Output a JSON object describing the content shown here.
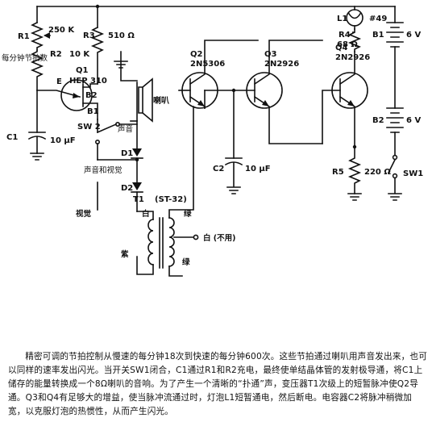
{
  "labels": {
    "r1": "R1",
    "r1_val": "250 K",
    "r1_note": "每分钟节拍数",
    "r2": "R2",
    "r2_val": "10 K",
    "r3": "R3",
    "r3_val": "510 Ω",
    "q1": "Q1",
    "q1_type": "HEP 310",
    "q1_e": "E",
    "q1_b1": "B1",
    "q1_b2": "B2",
    "c1": "C1",
    "c1_val": "10 μF",
    "sw2": "SW 2",
    "sw2_sound": "声音",
    "sw2_both": "声音和视觉",
    "speaker": "喇叭",
    "d1": "D1",
    "d2": "D2",
    "t1": "T1",
    "t1_type": "(ST-32)",
    "visual": "视觉",
    "white": "白",
    "green": "绿",
    "purple": "紫",
    "white_unused": "白 (不用)",
    "green2": "绿",
    "q2": "Q2",
    "q2_type": "2N5306",
    "q3": "Q3",
    "q3_type": "2N2926",
    "q4": "Q4",
    "q4_type": "2N2926",
    "c2": "C2",
    "c2_val": "10 μF",
    "r5": "R5",
    "r5_val": "220 Ω",
    "l1": "L1",
    "l1_val": "#49",
    "r4": "R4",
    "r4_val": "68 Ω",
    "b1": "B1",
    "b1_val": "6 V",
    "b2": "B2",
    "b2_val": "6 V",
    "sw1": "SW1"
  },
  "description": "精密可调的节拍控制从慢速的每分钟18次到快速的每分钟600次。这些节拍通过喇叭用声音发出来，也可以同样的速率发出闪光。当开关SW1闭合，C1通过R1和R2充电，最终使单结晶体管的发射极导通，将C1上储存的能量转换成一个8Ω喇叭的音响。为了产生一个清晰的“扑通”声，变压器T1次级上的短暂脉冲使Q2导通。Q3和Q4有足够大的增益，使当脉冲流通过时，灯泡L1短暂通电，然后断电。电容器C2将脉冲稍微加宽，以克服灯泡的热惯性，从而产生闪光。"
}
